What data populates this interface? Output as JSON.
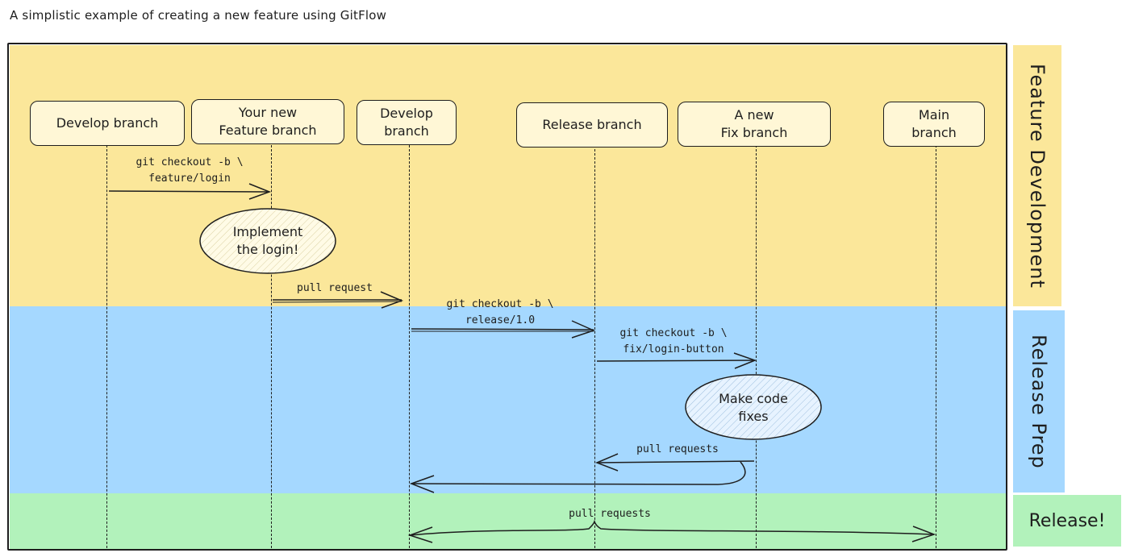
{
  "title": "A simplistic example of creating a new feature using GitFlow",
  "phases": {
    "feature": "Feature Development",
    "release_prep": "Release Prep",
    "release": "Release!"
  },
  "participants": [
    {
      "label": "Develop branch"
    },
    {
      "label": "Your new\nFeature branch"
    },
    {
      "label": "Develop\nbranch"
    },
    {
      "label": "Release branch"
    },
    {
      "label": "A new\nFix branch"
    },
    {
      "label": "Main\nbranch"
    }
  ],
  "messages": {
    "checkout_feature": "git checkout -b \\\nfeature/login",
    "pull_request_1": "pull request",
    "checkout_release": "git checkout -b \\\nrelease/1.0",
    "checkout_fix": "git checkout -b \\\nfix/login-button",
    "pull_requests_2": "pull requests",
    "pull_requests_3": "pull requests"
  },
  "notes": {
    "implement": "Implement\nthe login!",
    "fixes": "Make code\nfixes"
  },
  "colors": {
    "feature": "#fbe79a",
    "release_prep": "#a5d8ff",
    "release": "#b2f2bb",
    "stroke": "#1e1e1e"
  }
}
